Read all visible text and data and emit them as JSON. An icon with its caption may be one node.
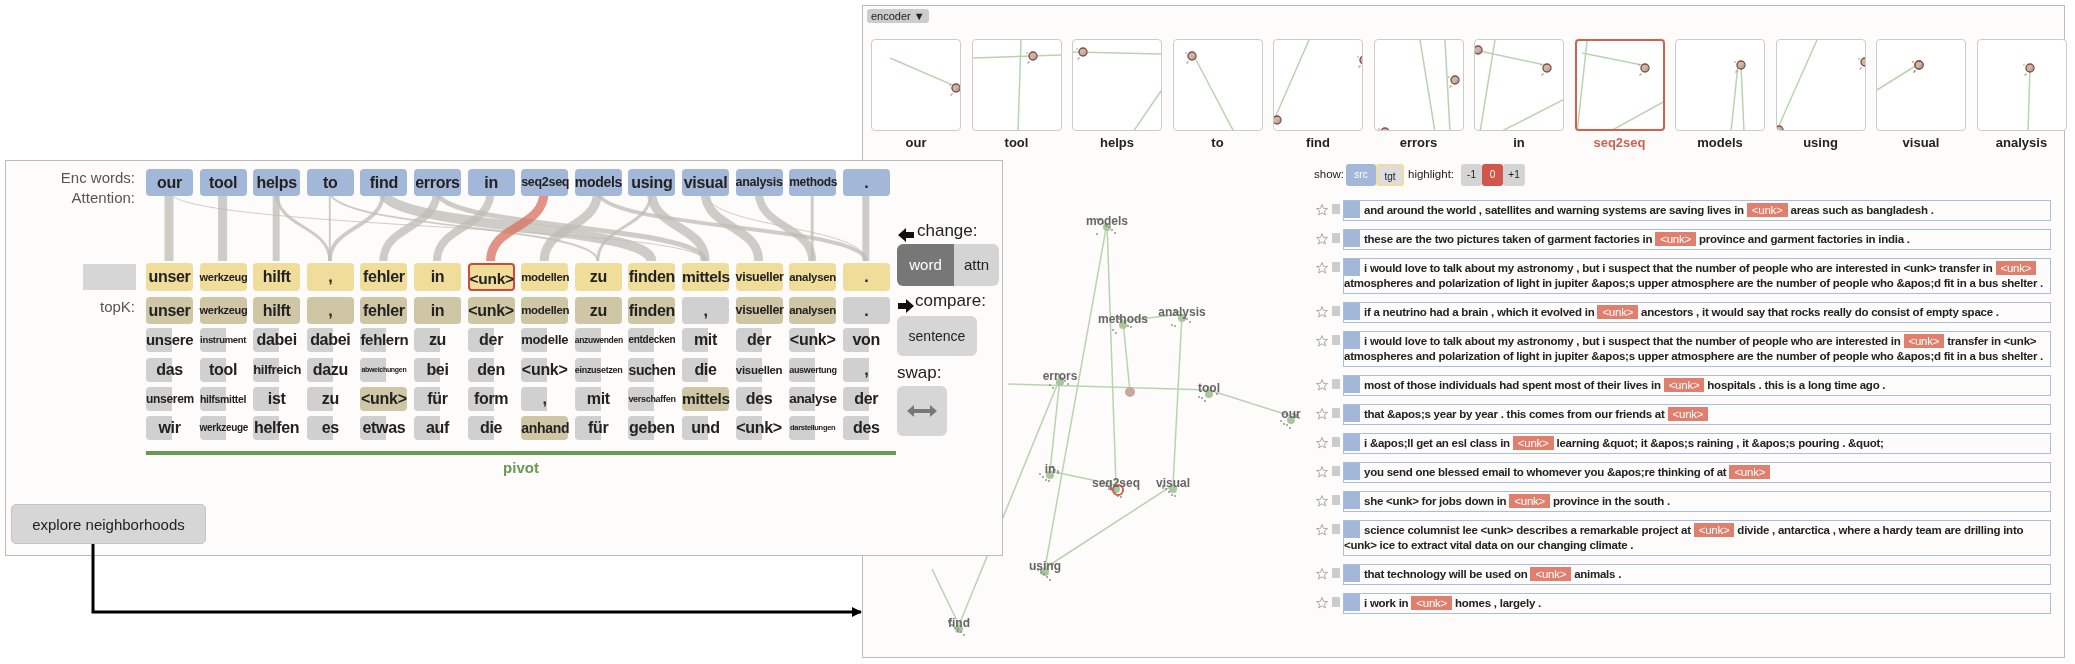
{
  "diagram": {
    "nodes": [
      {
        "text": [],
        "shape": "box"
      },
      {
        "text": [
          "explore neighborhoods"
        ],
        "in": 0
      },
      {
        "text": [],
        "shape": "box"
      },
      {
        "text": [
          "and around the world , satellites and warning systems are saving lives in",
          "<unk>",
          "areas such as bangladesh ."
        ],
        "in": 2
      },
      {
        "text": [
          "these are the two pictures taken of garment factories in",
          "<unk>",
          "province and garment factories in india ."
        ],
        "in": 2
      },
      {
        "text": [
          "i would love to talk about my astronomy , but i suspect that the number of people who are interested in <unk> transfer in",
          "<unk>",
          "atmospheres and polarization of light in jupiter &apos;s upper atmosphere are the number of people who &apos;d fit in a bus shelter ."
        ],
        "in": 2
      },
      {
        "text": [
          "if a neutrino had a brain , which it evolved in",
          "<unk>",
          "ancestors , it would say that rocks really do consist of empty space ."
        ],
        "in": 2
      },
      {
        "text": [
          "i would love to talk about my astronomy , but i suspect that the number of people who are interested in",
          "<unk>",
          "transfer in <unk> atmospheres and polarization of light in jupiter &apos;s upper atmosphere are the number of people who &apos;d fit in a bus shelter ."
        ],
        "in": 2
      },
      {
        "text": [
          "most of those individuals had spent most of their lives in",
          "<unk>",
          "hospitals . this is a long time ago ."
        ],
        "in": 2
      },
      {
        "text": [
          "that &apos;s year by year . this comes from our friends at",
          "<unk>"
        ],
        "in": 2
      },
      {
        "text": [
          "i &apos;ll get an esl class in",
          "<unk>",
          "learning &quot; it &apos;s raining , it &apos;s pouring . &quot;"
        ],
        "in": 2
      },
      {
        "text": [
          "you send one blessed email to whomever you &apos;re thinking of at",
          "<unk>"
        ],
        "in": 2
      },
      {
        "text": [
          "she <unk> for jobs down in",
          "<unk>",
          "province in the south ."
        ],
        "in": 2
      },
      {
        "text": [
          "science columnist lee <unk> describes a remarkable project at",
          "<unk>",
          "divide , antarctica , where a hardy team are drilling into <unk> ice to extract vital data on our changing climate ."
        ],
        "in": 2
      },
      {
        "text": [
          "that technology will be used on",
          "<unk>",
          "animals ."
        ],
        "in": 2
      },
      {
        "text": [
          "i work in",
          "<unk>",
          "homes , largely ."
        ],
        "in": 2
      }
    ],
    "edges": [
      {
        "from": 1,
        "to": 2,
        "arrow": "to"
      }
    ],
    "labels": [
      "Enc words:",
      "our",
      "tool",
      "helps",
      "to",
      "find",
      "errors",
      "in",
      "seq2seq",
      "models",
      "using",
      "visual",
      "analysis",
      "methods",
      ".",
      "Attention:",
      "unser",
      "werkzeug",
      "hilft",
      ",",
      "fehler",
      "in",
      "<unk>",
      "modellen",
      "zu",
      "finden",
      "mittels",
      "visueller",
      "analysen",
      ".",
      "topK:",
      "unser",
      "werkzeug",
      "hilft",
      ",",
      "fehler",
      "in",
      "<unk>",
      "modellen",
      "zu",
      "finden",
      ",",
      "visueller",
      "analysen",
      ".",
      "unsere",
      "instrument",
      "dabei",
      "dabei",
      "fehlern",
      "zu",
      "der",
      "modelle",
      "anzuwenden",
      "entdecken",
      "mit",
      "der",
      "<unk>",
      "von",
      "das",
      "tool",
      "hilfreich",
      "dazu",
      "abweichungen",
      "bei",
      "den",
      "<unk>",
      "einzusetzen",
      "suchen",
      "die",
      "visuellen",
      "auswertung",
      ",",
      "unserem",
      "hilfsmittel",
      "ist",
      "zu",
      "<unk>",
      "für",
      "form",
      ",",
      "mit",
      "verschaffen",
      "mittels",
      "des",
      "analyse",
      "der",
      "wir",
      "werkzeuge",
      "helfen",
      "es",
      "etwas",
      "auf",
      "die",
      "anhand",
      "für",
      "geben",
      "und",
      "<unk>",
      "darstellungen",
      "des",
      "pivot",
      "change:",
      "word",
      "attn",
      "compare:",
      "sentence",
      "swap:",
      "encoder ▼",
      "our",
      "tool",
      "helps",
      "to",
      "find",
      "errors",
      "in",
      "seq2seq",
      "models",
      "using",
      "visual",
      "analysis",
      "models",
      "analysis",
      "methods",
      "errors",
      "tool",
      "our",
      "in",
      "visual",
      "seq2seq",
      "using",
      "find",
      "show:",
      "src",
      "tgt",
      "highlight:",
      "-1",
      "0",
      "+1"
    ]
  }
}
